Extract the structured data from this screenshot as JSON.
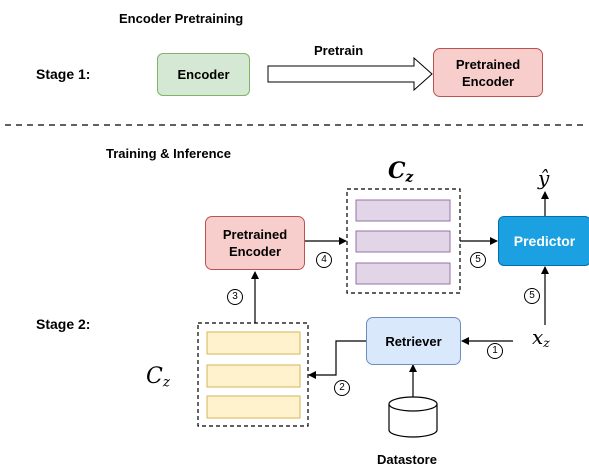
{
  "stage1": {
    "heading": "Encoder Pretraining",
    "label": "Stage 1:",
    "encoder": "Encoder",
    "arrow_label": "Pretrain",
    "pretrained_encoder": "Pretrained\nEncoder"
  },
  "stage2": {
    "heading": "Training & Inference",
    "label": "Stage 2:",
    "pretrained_encoder": "Pretrained\nEncoder",
    "retriever": "Retriever",
    "predictor": "Predictor",
    "datastore": "Datastore",
    "steps": [
      "1",
      "2",
      "3",
      "4",
      "5",
      "5"
    ]
  },
  "symbols": {
    "c_main": "C",
    "c_sub": "z",
    "x_main": "x",
    "x_sub": "z",
    "y_hat": "ŷ"
  },
  "colors": {
    "encoder_fill": "#d5e8d4",
    "pretrained_fill": "#f8cecc",
    "retriever_fill": "#dae8fc",
    "predictor_fill": "#1ba1e2",
    "cz_top_fill": "#e1d5e7",
    "cz_bottom_fill": "#fff2cc"
  }
}
